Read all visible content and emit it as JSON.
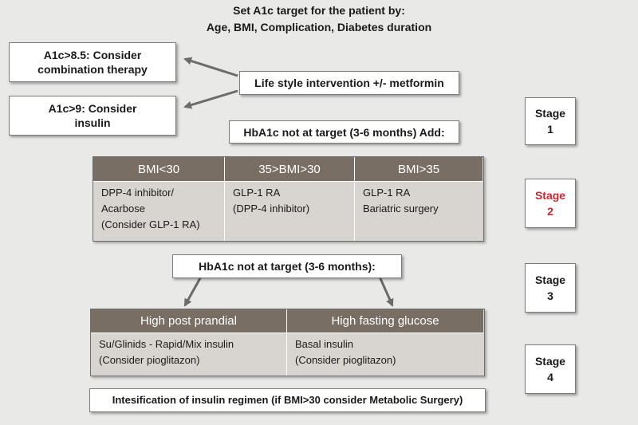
{
  "title": {
    "line1": "Set A1c target for the patient by:",
    "line2": "Age, BMI, Complication, Diabetes duration"
  },
  "boxes": {
    "combination": {
      "line1": "A1c>8.5: Consider",
      "line2": "combination therapy"
    },
    "insulin": {
      "line1": "A1c>9: Consider",
      "line2": "insulin"
    },
    "lifestyle": "Life style intervention +/- metformin",
    "hba1c_add": "HbA1c not at target (3-6 months) Add:",
    "hba1c_2": "HbA1c not at target (3-6 months):",
    "intensification": "Intesification of insulin regimen (if BMI>30 consider Metabolic Surgery)"
  },
  "stages": [
    {
      "word": "Stage",
      "num": "1"
    },
    {
      "word": "Stage",
      "num": "2"
    },
    {
      "word": "Stage",
      "num": "3"
    },
    {
      "word": "Stage",
      "num": "4"
    }
  ],
  "bmi_table": {
    "columns": [
      {
        "header": "BMI<30",
        "lines": [
          "DPP-4 inhibitor/",
          "Acarbose",
          "(Consider GLP-1 RA)"
        ]
      },
      {
        "header": "35>BMI>30",
        "lines": [
          "GLP-1 RA",
          "(DPP-4 inhibitor)"
        ]
      },
      {
        "header": "BMI>35",
        "lines": [
          "GLP-1 RA",
          "Bariatric surgery"
        ]
      }
    ]
  },
  "glucose_table": {
    "columns": [
      {
        "header": "High post prandial",
        "lines": [
          "Su/Glinids - Rapid/Mix insulin",
          "(Consider pioglitazon)"
        ]
      },
      {
        "header": "High fasting glucose",
        "lines": [
          "Basal insulin",
          "(Consider pioglitazon)"
        ]
      }
    ]
  },
  "colors": {
    "background": "#e9e9e8",
    "header_fill": "#786e64",
    "panel_fill": "#d8d4cf",
    "stage2_text": "#c8262c",
    "arrow": "#6b6b6b"
  }
}
